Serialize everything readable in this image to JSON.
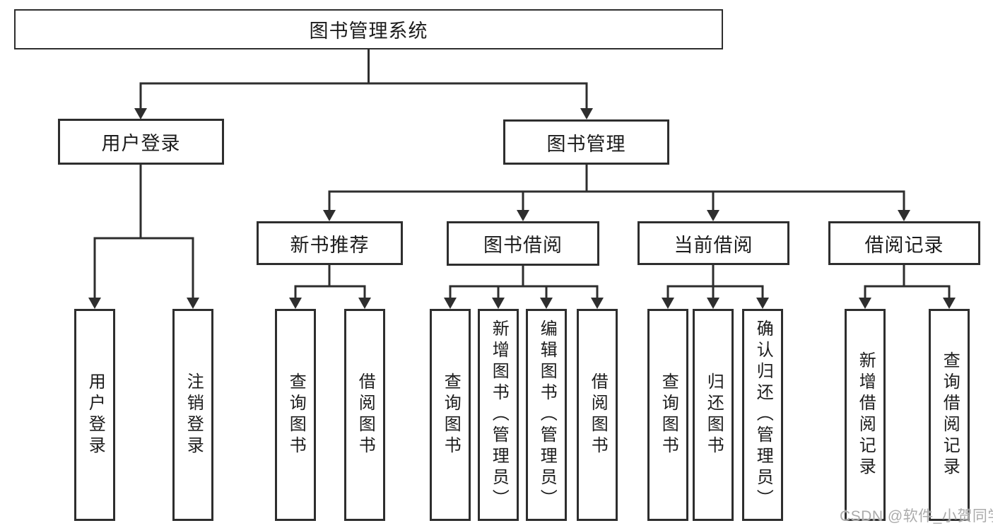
{
  "diagram": {
    "root_label": "图书管理系统",
    "level2": [
      "用户登录",
      "图书管理"
    ],
    "level3": [
      "新书推荐",
      "图书借阅",
      "当前借阅",
      "借阅记录"
    ],
    "leaf_groups": [
      {
        "parent": "用户登录",
        "children": [
          "用户登录",
          "注销登录"
        ]
      },
      {
        "parent": "新书推荐",
        "children": [
          "查询图书",
          "借阅图书"
        ]
      },
      {
        "parent": "图书借阅",
        "children": [
          "查询图书",
          "新增图书（管理员）",
          "编辑图书（管理员）",
          "借阅图书"
        ]
      },
      {
        "parent": "当前借阅",
        "children": [
          "查询图书",
          "归还图书",
          "确认归还（管理员）"
        ]
      },
      {
        "parent": "借阅记录",
        "children": [
          "新增借阅记录",
          "查询借阅记录"
        ]
      }
    ]
  },
  "watermark": {
    "text": "CSDN @软件_小贺同学"
  },
  "colors": {
    "line": "#2e2e2e",
    "text": "#1c1c1c",
    "watermark": "#ababab",
    "background": "#ffffff"
  }
}
